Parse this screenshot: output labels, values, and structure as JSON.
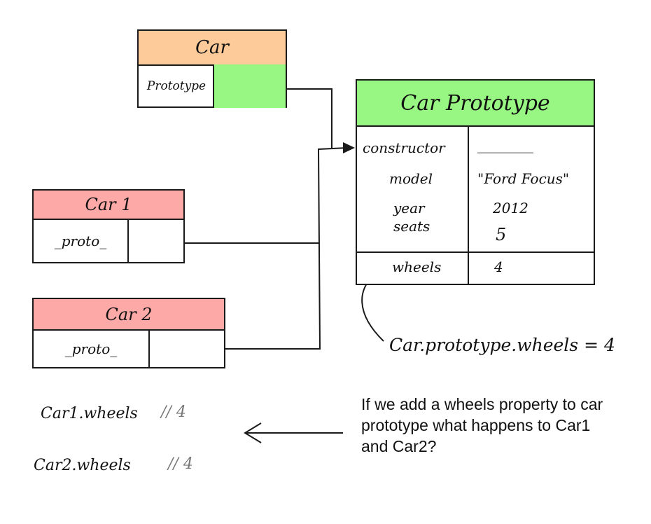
{
  "colors": {
    "car_header": "#fccb99",
    "instance_header": "#fda9a7",
    "prototype_fill": "#98f782",
    "ink": "#1a1a1a"
  },
  "car": {
    "title": "Car",
    "property": "Prototype"
  },
  "car1": {
    "title": "Car 1",
    "property": "_proto_"
  },
  "car2": {
    "title": "Car 2",
    "property": "_proto_"
  },
  "car_prototype": {
    "title": "Car Prototype",
    "properties": [
      {
        "key": "constructor",
        "value": "________"
      },
      {
        "key": "model",
        "value": "\"Ford Focus\""
      },
      {
        "key": "year",
        "value": "2012"
      },
      {
        "key": "seats",
        "value": "5"
      }
    ],
    "added_property": {
      "key": "wheels",
      "value": "4"
    }
  },
  "annotation": "Car.prototype.wheels = 4",
  "results": [
    {
      "expr": "Car1.wheels",
      "comment": "// 4"
    },
    {
      "expr": "Car2.wheels",
      "comment": "// 4"
    }
  ],
  "question": "If we add a wheels property to car prototype what happens to Car1 and Car2?"
}
